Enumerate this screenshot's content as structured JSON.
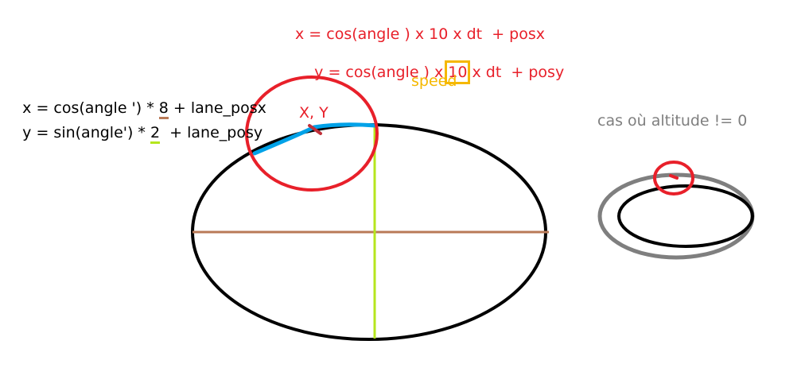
{
  "left_formula": {
    "line1": {
      "prefix": "x = cos(angle ') * ",
      "factor": "8",
      "suffix": " + lane_posx"
    },
    "line2": {
      "prefix": "y = sin(angle') * ",
      "factor": "2",
      "suffix": "  + lane_posy"
    }
  },
  "top_formula": {
    "line1": "x = cos(angle ) x 10 x dt  + posx",
    "line2": {
      "prefix": "y = cos(angle ) x ",
      "speed_value": "10",
      "suffix": " x dt  + posy"
    }
  },
  "speed_label": "speed",
  "point_label": "X, Y",
  "altitude_label": "cas où altitude != 0",
  "colors": {
    "black": "#000000",
    "red": "#e8202a",
    "blue": "#00a2e8",
    "brown": "#b97a57",
    "lime": "#b5e61d",
    "orange": "#f5b800",
    "gray": "#7f7f7f"
  }
}
